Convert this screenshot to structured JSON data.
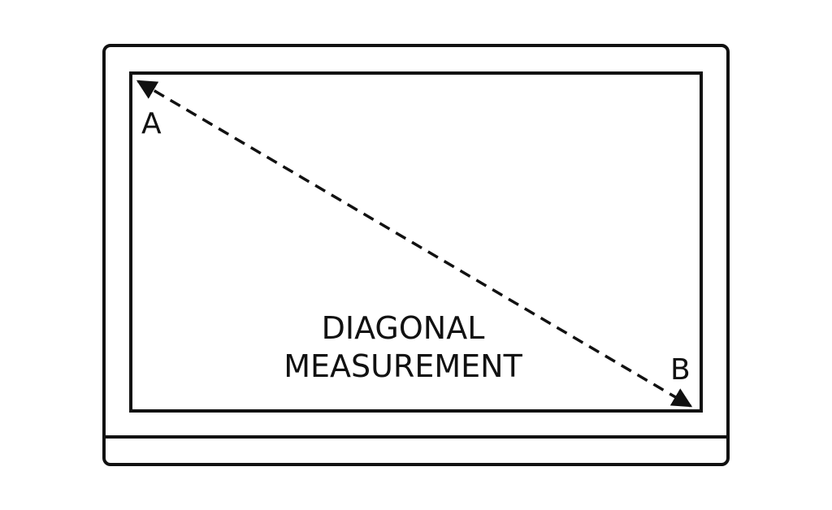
{
  "diagram": {
    "point_a_label": "A",
    "point_b_label": "B",
    "caption_line_1": "DIAGONAL",
    "caption_line_2": "MEASUREMENT",
    "stroke_color": "#111111",
    "background_color": "#ffffff"
  }
}
